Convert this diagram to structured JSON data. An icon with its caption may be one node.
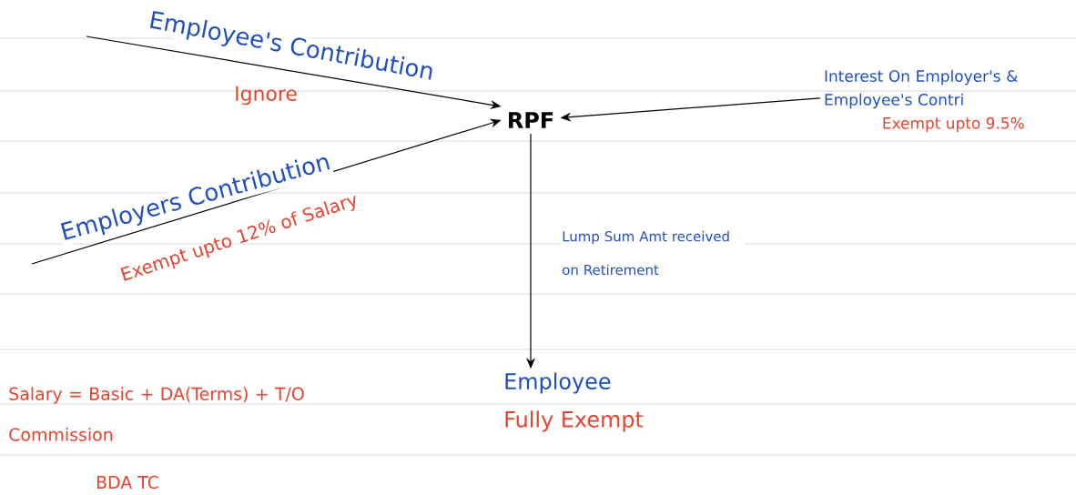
{
  "diagram": {
    "nodes": [
      {
        "text": [
          "RPF"
        ]
      },
      {
        "text": [
          "Employee",
          "Fully Exempt"
        ]
      },
      {
        "text": [
          "Interest On Employer's & Employee's Contri"
        ],
        "beside": [
          "Exempt upto 9.5%"
        ]
      }
    ],
    "edges": [
      {
        "from": null,
        "to": 0,
        "arrow": "to",
        "label": "Employee's Contribution"
      },
      {
        "from": null,
        "to": 0,
        "arrow": "to",
        "label": "Employers Contribution"
      },
      {
        "from": 2,
        "to": 0,
        "arrow": "to"
      },
      {
        "from": 0,
        "to": 1,
        "arrow": "to",
        "label": "Lump Sum Amt received on Retirement"
      }
    ],
    "labels": [
      "Ignore",
      "Exempt upto 12% of Salary",
      "Salary = Basic + DA(Terms) + T/O Commission",
      "BDA TC"
    ]
  }
}
